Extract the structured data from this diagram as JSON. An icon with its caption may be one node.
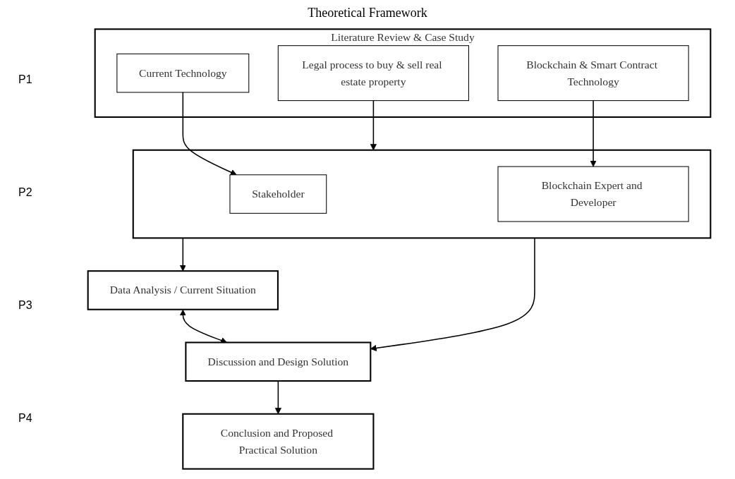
{
  "diagram": {
    "title": "Theoretical Framework",
    "nodes": [
      {
        "text": [
          "Literature Review & Case Study"
        ]
      },
      {
        "text": [
          "Current Technology"
        ],
        "in": 0
      },
      {
        "text": [
          "Legal process to buy & sell real estate property"
        ],
        "in": 0
      },
      {
        "text": [
          "Blockchain & Smart Contract Technology"
        ],
        "in": 0
      },
      {
        "text": [],
        "shape": "box"
      },
      {
        "text": [
          "Stakeholder"
        ],
        "in": 4
      },
      {
        "text": [
          "Blockchain Expert and Developer"
        ],
        "in": 4
      },
      {
        "text": [
          "Data Analysis / Current Situation"
        ]
      },
      {
        "text": [
          "Discussion and Design Solution"
        ]
      },
      {
        "text": [
          "Conclusion and Proposed Practical Solution"
        ]
      }
    ],
    "edges": [
      {
        "from": 1,
        "to": 5,
        "arrow": "to"
      },
      {
        "from": 2,
        "to": 4,
        "arrow": "to"
      },
      {
        "from": 3,
        "to": 6,
        "arrow": "to"
      },
      {
        "from": 4,
        "to": 7,
        "arrow": "to"
      },
      {
        "from": 4,
        "to": 8,
        "arrow": "to"
      },
      {
        "from": 7,
        "to": 8,
        "arrow": "both"
      },
      {
        "from": 8,
        "to": 9,
        "arrow": "to"
      }
    ],
    "labels": [
      "P1",
      "P2",
      "P3",
      "P4"
    ]
  }
}
